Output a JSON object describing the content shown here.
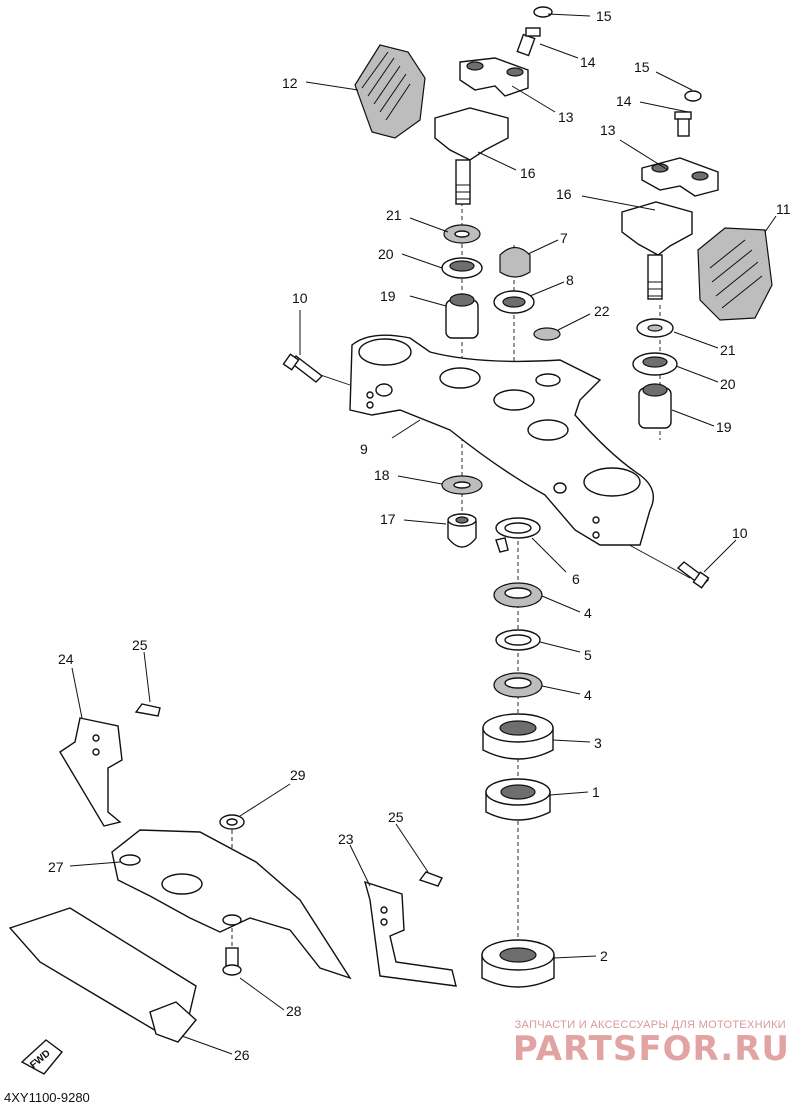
{
  "labels": {
    "p1": "1",
    "p2": "2",
    "p3": "3",
    "p4a": "4",
    "p4b": "4",
    "p5": "5",
    "p6": "6",
    "p7": "7",
    "p8": "8",
    "p9": "9",
    "p10a": "10",
    "p10b": "10",
    "p11": "11",
    "p12": "12",
    "p13a": "13",
    "p13b": "13",
    "p14a": "14",
    "p14b": "14",
    "p15a": "15",
    "p15b": "15",
    "p16a": "16",
    "p16b": "16",
    "p17": "17",
    "p18": "18",
    "p19a": "19",
    "p19b": "19",
    "p20a": "20",
    "p20b": "20",
    "p21a": "21",
    "p21b": "21",
    "p22": "22",
    "p23": "23",
    "p24": "24",
    "p25a": "25",
    "p25b": "25",
    "p26": "26",
    "p27": "27",
    "p28": "28",
    "p29": "29"
  },
  "fwd_label": "FWD",
  "diagram_code": "4XY1100-9280",
  "watermark": {
    "line1": "ЗАПЧАСТИ И АКСЕССУАРЫ ДЛЯ МОТОТЕХНИКИ",
    "line2": "PARTSFOR.RU"
  },
  "colors": {
    "line": "#111111",
    "shade": "#bdbdbd",
    "watermark": "#e2a3a3"
  }
}
